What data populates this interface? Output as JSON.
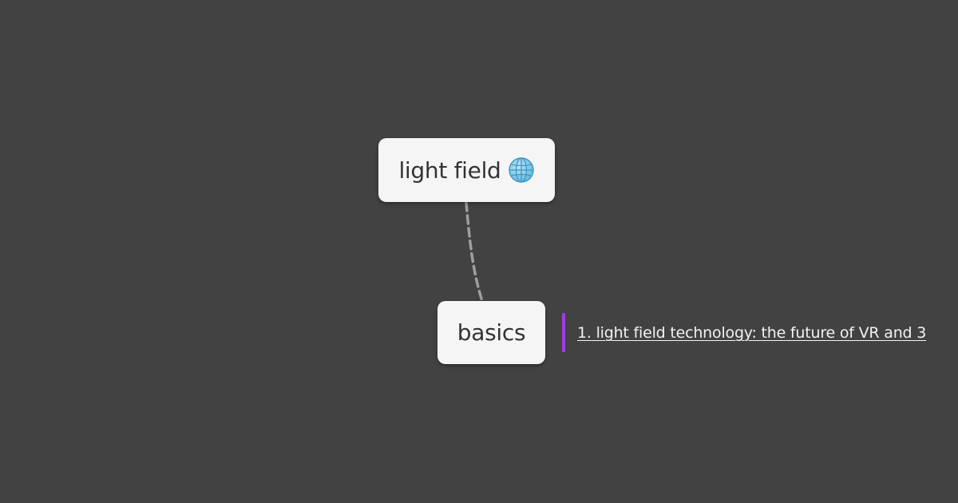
{
  "mindmap": {
    "root": {
      "label": "light field",
      "icon": "globe-icon"
    },
    "children": [
      {
        "label": "basics",
        "note": {
          "link_text": "1. light field technology: the future of VR and 3",
          "bar_color": "#a03ce6"
        }
      }
    ]
  },
  "colors": {
    "background": "#424242",
    "node_fill": "#f5f5f5",
    "node_text": "#333333",
    "connector": "#9e9e9e",
    "link_text": "#f2f2f2"
  }
}
